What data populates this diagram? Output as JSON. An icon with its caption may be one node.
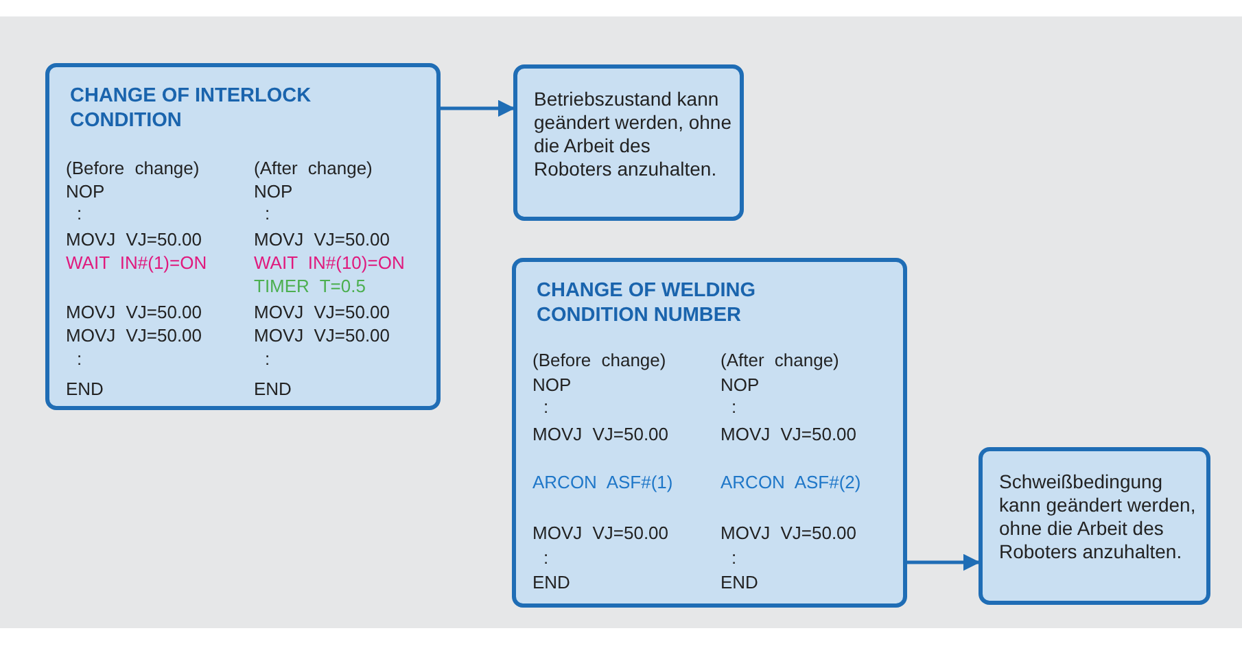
{
  "diagram": {
    "nodes": [
      {
        "text": [
          "CHANGE OF INTERLOCK CONDITION",
          "(Before change)",
          "(After change)",
          "NOP",
          "NOP",
          ":",
          ":",
          "MOVJ VJ=50.00",
          "MOVJ VJ=50.00",
          "WAIT IN#(1)=ON",
          "WAIT IN#(10)=ON",
          "TIMER T=0.5",
          "MOVJ VJ=50.00",
          "MOVJ VJ=50.00",
          "MOVJ VJ=50.00",
          "MOVJ VJ=50.00",
          ":",
          ":",
          "END",
          "END"
        ]
      },
      {
        "text": [
          "Betriebszustand kann geändert werden, ohne die Arbeit des Roboters anzuhalten."
        ]
      },
      {
        "text": [
          "CHANGE OF WELDING CONDITION NUMBER",
          "(Before change)",
          "(After change)",
          "NOP",
          "NOP",
          ":",
          ":",
          "MOVJ VJ=50.00",
          "MOVJ VJ=50.00",
          "ARCON ASF#(1)",
          "ARCON ASF#(2)",
          "MOVJ VJ=50.00",
          "MOVJ VJ=50.00",
          ":",
          ":",
          "END",
          "END"
        ]
      },
      {
        "text": [
          "Schweißbedingung kann geändert werden, ohne die Arbeit des Roboters anzuhalten."
        ]
      }
    ],
    "edges": [
      {
        "from": 0,
        "to": 1,
        "arrow": "to"
      },
      {
        "from": 2,
        "to": 3,
        "arrow": "to"
      }
    ]
  }
}
